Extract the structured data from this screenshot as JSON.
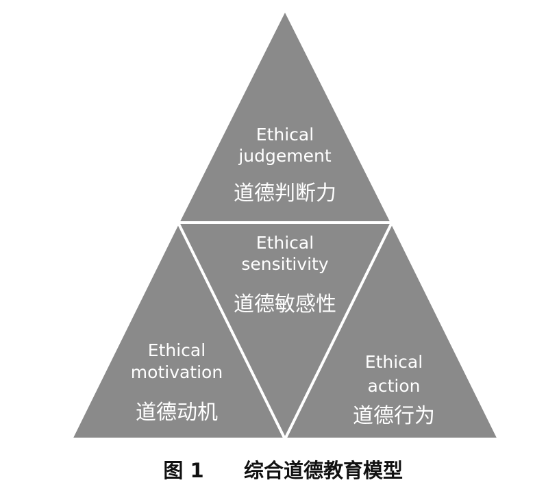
{
  "diagram": {
    "top": {
      "en_line1": "Ethical",
      "en_line2": "judgement",
      "zh": "道德判断力"
    },
    "center": {
      "en_line1": "Ethical",
      "en_line2": "sensitivity",
      "zh": "道德敏感性"
    },
    "left": {
      "en_line1": "Ethical",
      "en_line2": "motivation",
      "zh": "道德动机"
    },
    "right": {
      "en_line1": "Ethical",
      "en_line2": "action",
      "zh": "道德行为"
    }
  },
  "caption": {
    "number": "图 1",
    "title": "综合道德教育模型"
  },
  "colors": {
    "triangle_fill": "#8a8a8a",
    "separator": "#ffffff",
    "label_text": "#ffffff",
    "caption_text": "#111111"
  }
}
